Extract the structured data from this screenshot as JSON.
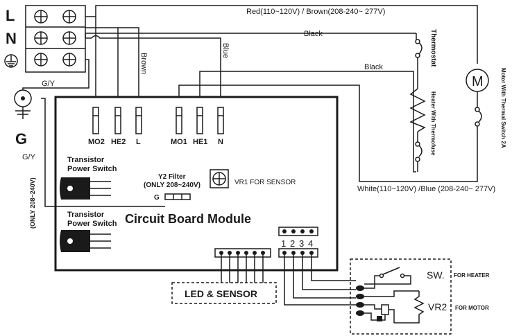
{
  "terminals": {
    "live": "L",
    "neutral": "N",
    "ground_symbol": "ground-icon",
    "ground_label": "G"
  },
  "wires": {
    "gy_top": "G/Y",
    "gy_left": "G/Y",
    "only_208": "(ONLY 208~240V)",
    "red_brown": "Red(110~120V) / Brown(208-240~ 277V)",
    "black_1": "Black",
    "black_2": "Black",
    "brown": "Brown",
    "blue": "Blue",
    "white_blue": "White(110~120V) /Blue (208-240~ 277V)"
  },
  "thermostat": "Thermostat",
  "heater": "Heater With Thermofuse",
  "motor": {
    "symbol": "M",
    "label": "Motor With Thermal Switch 2A"
  },
  "board": {
    "title": "Circuit Board Module",
    "connectors": [
      "MO2",
      "HE2",
      "L",
      "MO1",
      "HE1",
      "N"
    ],
    "transistor_1": [
      "Transistor",
      "Power Switch"
    ],
    "transistor_2": [
      "Transistor",
      "Power Switch"
    ],
    "y2_filter": [
      "Y2 Filter",
      "(ONLY 208~240V)"
    ],
    "y2_g": "G",
    "vr1": "VR1 FOR SENSOR",
    "port_numbers": [
      "1",
      "2",
      "3",
      "4"
    ]
  },
  "led_sensor": "LED & SENSOR",
  "switch_box": {
    "sw": "SW.",
    "sw_label": "FOR HEATER",
    "vr2": "VR2",
    "vr2_label": "FOR MOTOR"
  }
}
